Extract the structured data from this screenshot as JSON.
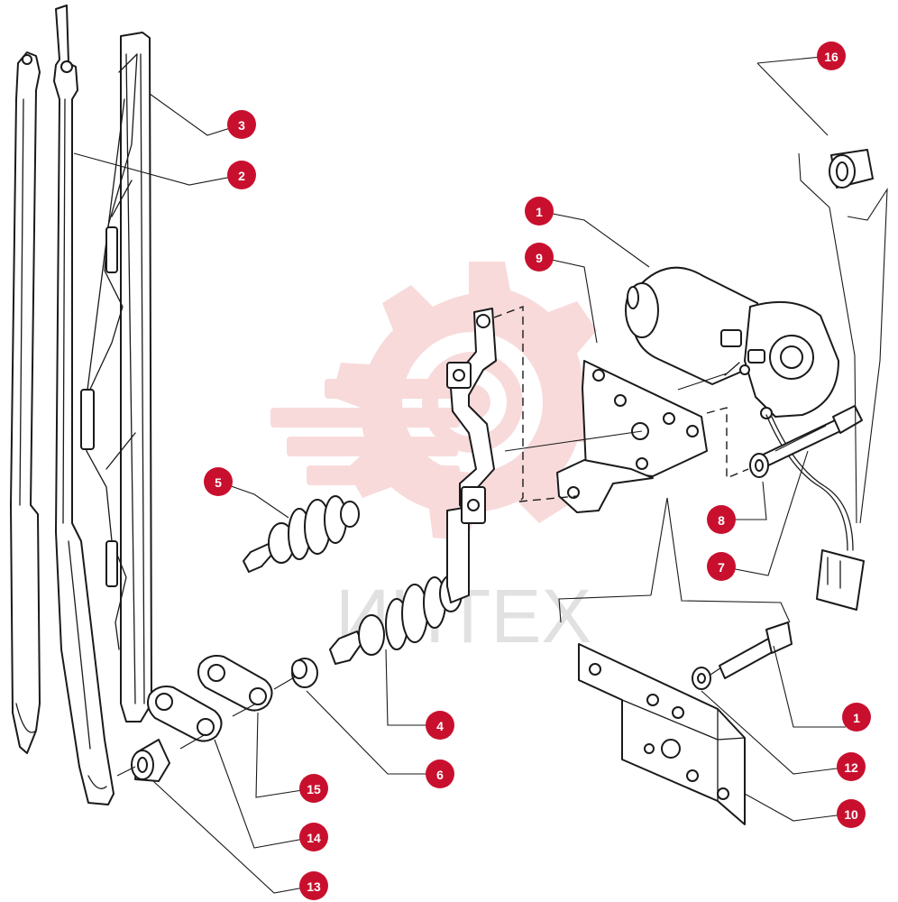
{
  "diagram": {
    "badge_color": "#c8102e",
    "watermark_color": "#f4bcbc",
    "watermark_text": "ИНТЕХ",
    "callouts": [
      {
        "id": "callout-16",
        "label": "16"
      },
      {
        "id": "callout-3",
        "label": "3"
      },
      {
        "id": "callout-2",
        "label": "2"
      },
      {
        "id": "callout-1-top",
        "label": "1"
      },
      {
        "id": "callout-9",
        "label": "9"
      },
      {
        "id": "callout-5",
        "label": "5"
      },
      {
        "id": "callout-8",
        "label": "8"
      },
      {
        "id": "callout-7",
        "label": "7"
      },
      {
        "id": "callout-4",
        "label": "4"
      },
      {
        "id": "callout-6",
        "label": "6"
      },
      {
        "id": "callout-1-bottom",
        "label": "1"
      },
      {
        "id": "callout-12",
        "label": "12"
      },
      {
        "id": "callout-15",
        "label": "15"
      },
      {
        "id": "callout-10",
        "label": "10"
      },
      {
        "id": "callout-14",
        "label": "14"
      },
      {
        "id": "callout-13",
        "label": "13"
      }
    ]
  }
}
